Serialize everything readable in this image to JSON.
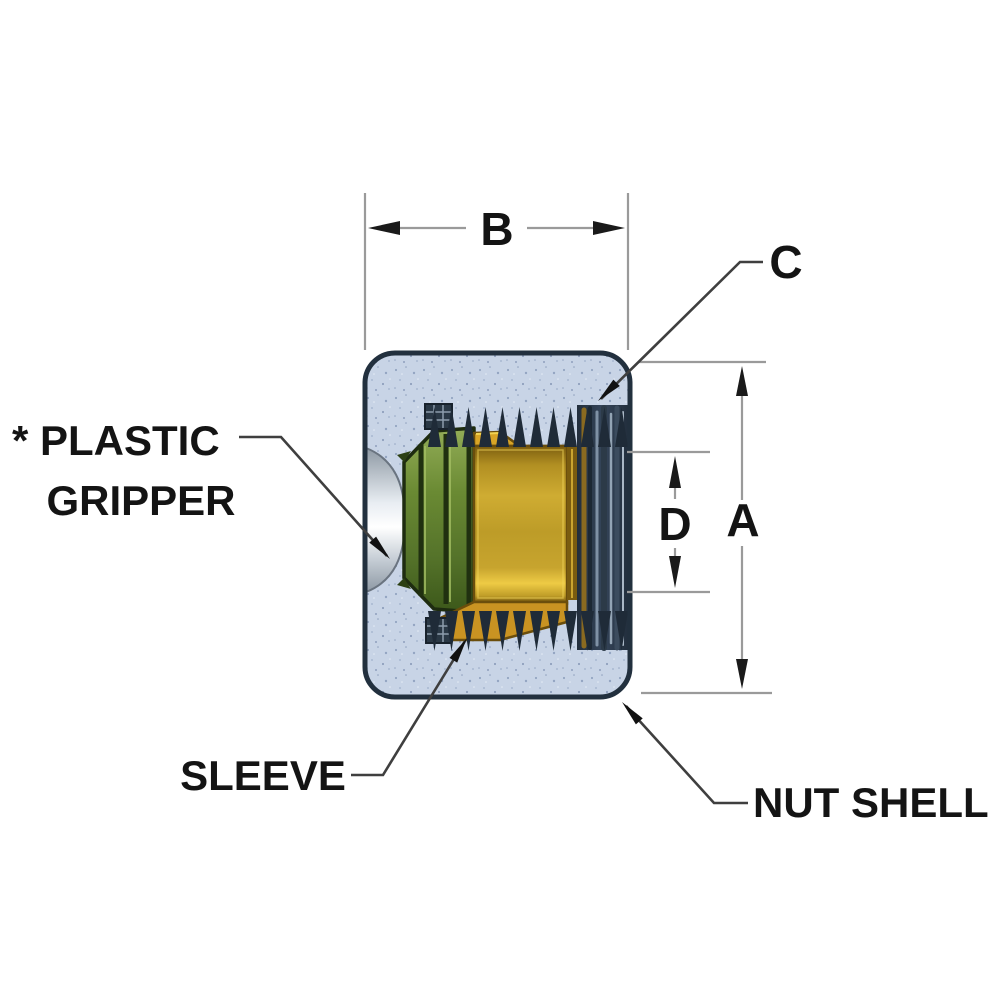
{
  "figure": {
    "type": "technical-cross-section-diagram",
    "subject": "compression tube fitting nut cutaway",
    "labels": {
      "dim_b": "B",
      "dim_c": "C",
      "dim_a": "A",
      "dim_d": "D",
      "gripper_line1": "* PLASTIC",
      "gripper_line2": "GRIPPER",
      "sleeve": "SLEEVE",
      "nut_shell": "NUT SHELL"
    },
    "colors": {
      "background": "#ffffff",
      "nut_body": "#c8d4e6",
      "nut_outline": "#22303e",
      "speckle": "#94a5c2",
      "gripper_green": "#5f7d2b",
      "sleeve_gold": "#cfa92e",
      "thread_dark": "#26323f",
      "cone_grey": "#aab4be",
      "dim_line": "#9a9a9a",
      "leader_line": "#3f3f3f",
      "text": "#141414"
    }
  }
}
